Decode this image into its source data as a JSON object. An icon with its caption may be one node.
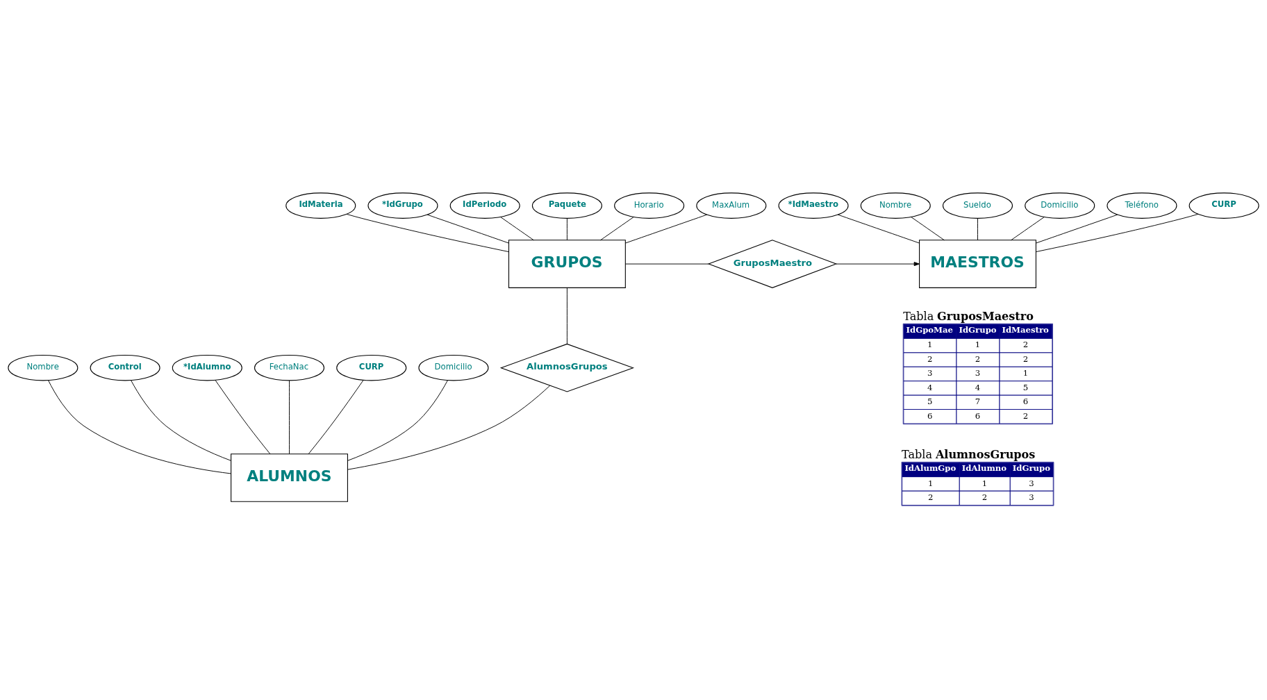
{
  "diagram": {
    "nodes": [
      {
        "text": [
          "GRUPOS"
        ]
      },
      {
        "text": [
          "IdMateria"
        ]
      },
      {
        "text": [
          "*IdGrupo"
        ]
      },
      {
        "text": [
          "IdPeriodo"
        ]
      },
      {
        "text": [
          "Paquete"
        ]
      },
      {
        "text": [
          "Horario"
        ]
      },
      {
        "text": [
          "MaxAlum"
        ]
      },
      {
        "text": [
          "GruposMaestro"
        ]
      },
      {
        "text": [
          "MAESTROS"
        ]
      },
      {
        "text": [
          "*IdMaestro"
        ]
      },
      {
        "text": [
          "Nombre"
        ]
      },
      {
        "text": [
          "Sueldo"
        ]
      },
      {
        "text": [
          "Domicilio"
        ]
      },
      {
        "text": [
          "Teléfono"
        ]
      },
      {
        "text": [
          "CURP"
        ]
      },
      {
        "text": [
          "AlumnosGrupos"
        ]
      },
      {
        "text": [
          "ALUMNOS"
        ]
      },
      {
        "text": [
          "Nombre"
        ]
      },
      {
        "text": [
          "Control"
        ]
      },
      {
        "text": [
          "*IdAlumno"
        ]
      },
      {
        "text": [
          "FechaNac"
        ]
      },
      {
        "text": [
          "CURP"
        ]
      },
      {
        "text": [
          "Domicilio"
        ]
      }
    ],
    "edges": [
      {
        "from": 1,
        "to": 0,
        "arrow": "none"
      },
      {
        "from": 2,
        "to": 0,
        "arrow": "none"
      },
      {
        "from": 3,
        "to": 0,
        "arrow": "none"
      },
      {
        "from": 4,
        "to": 0,
        "arrow": "none"
      },
      {
        "from": 5,
        "to": 0,
        "arrow": "none"
      },
      {
        "from": 6,
        "to": 0,
        "arrow": "none"
      },
      {
        "from": 0,
        "to": 7,
        "arrow": "none"
      },
      {
        "from": 7,
        "to": 8,
        "arrow": "to"
      },
      {
        "from": 9,
        "to": 8,
        "arrow": "none"
      },
      {
        "from": 10,
        "to": 8,
        "arrow": "none"
      },
      {
        "from": 11,
        "to": 8,
        "arrow": "none"
      },
      {
        "from": 12,
        "to": 8,
        "arrow": "none"
      },
      {
        "from": 13,
        "to": 8,
        "arrow": "none"
      },
      {
        "from": 14,
        "to": 8,
        "arrow": "none"
      },
      {
        "from": 0,
        "to": 15,
        "arrow": "none"
      },
      {
        "from": 15,
        "to": 16,
        "arrow": "none"
      },
      {
        "from": 17,
        "to": 16,
        "arrow": "none"
      },
      {
        "from": 18,
        "to": 16,
        "arrow": "none"
      },
      {
        "from": 19,
        "to": 16,
        "arrow": "none"
      },
      {
        "from": 20,
        "to": 16,
        "arrow": "none"
      },
      {
        "from": 21,
        "to": 16,
        "arrow": "none"
      },
      {
        "from": 22,
        "to": 16,
        "arrow": "none"
      }
    ],
    "labels": [
      "Tabla **GruposMaestro**",
      "IdGpoMae",
      "IdGrupo",
      "IdMaestro",
      "1",
      "1",
      "2",
      "2",
      "2",
      "2",
      "3",
      "3",
      "1",
      "4",
      "4",
      "5",
      "5",
      "7",
      "6",
      "6",
      "6",
      "2",
      "Tabla **AlumnosGrupos**",
      "IdAlumGpo",
      "IdAlumno",
      "IdGrupo",
      "1",
      "1",
      "3",
      "2",
      "2",
      "3"
    ]
  }
}
